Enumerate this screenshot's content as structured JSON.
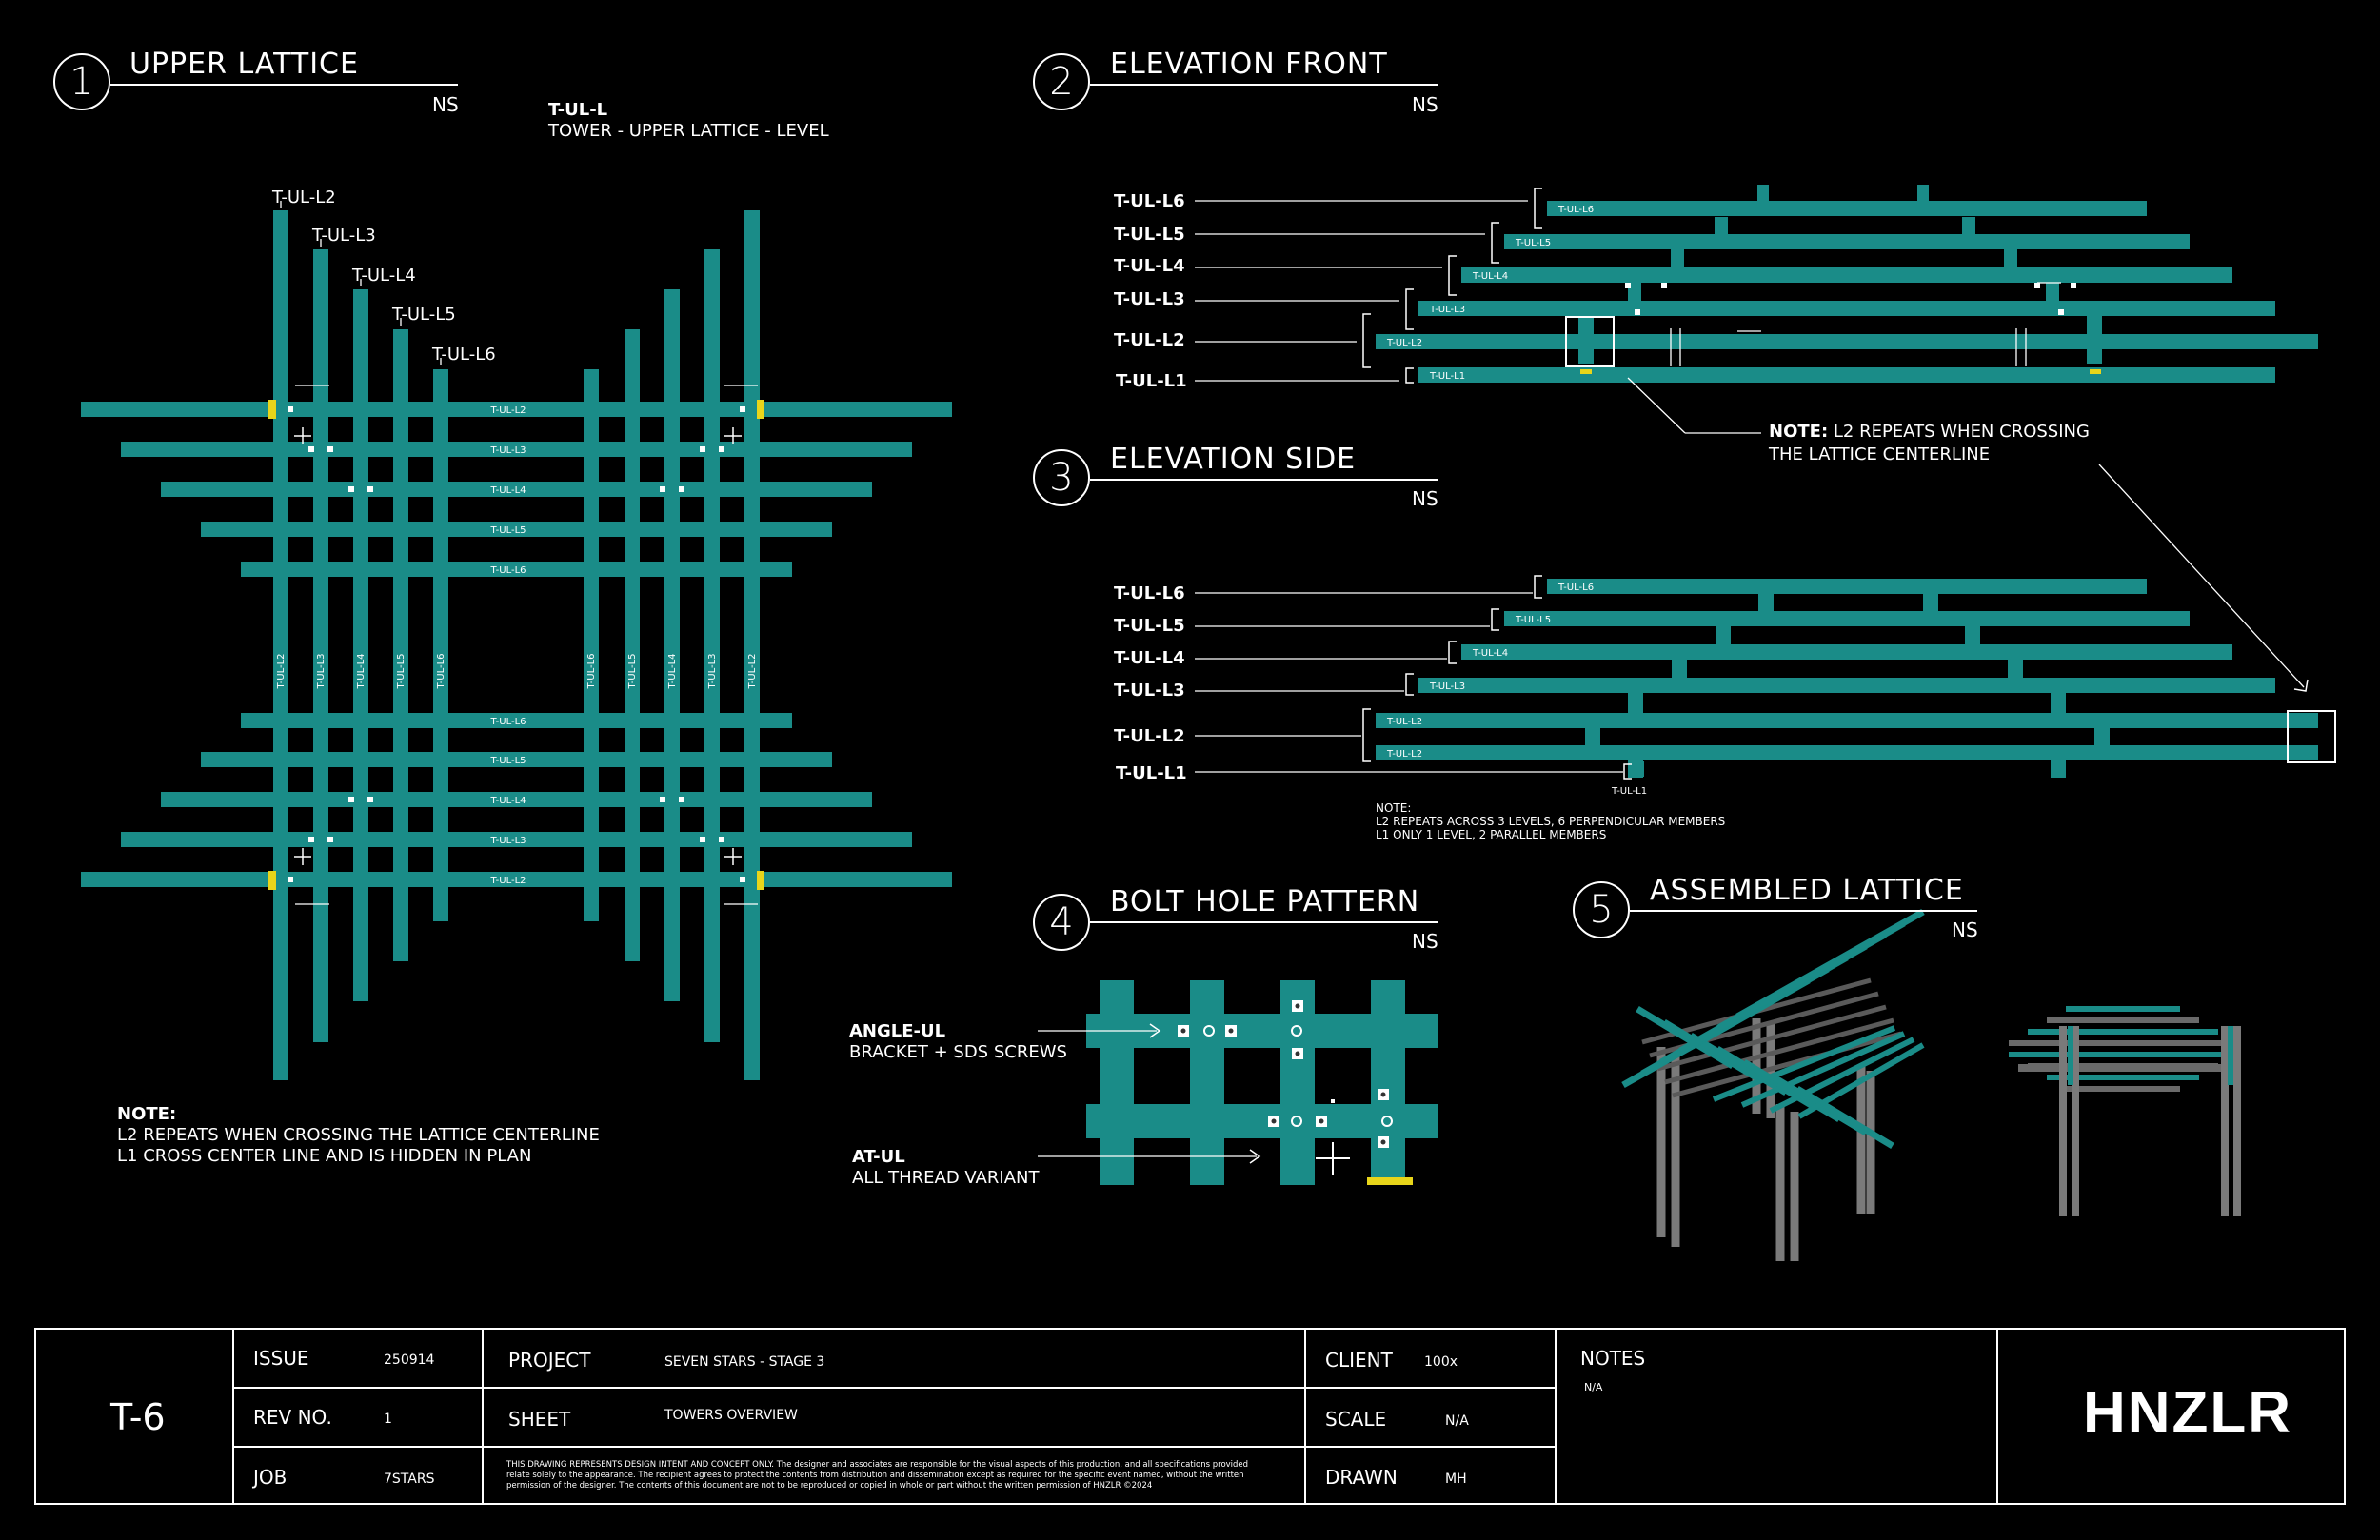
{
  "colors": {
    "member": "#1a8c88",
    "bg": "#000000",
    "line": "#ffffff",
    "bracket": "#e8d51a"
  },
  "views": [
    {
      "num": "1",
      "title": "UPPER LATTICE",
      "scale": "NS"
    },
    {
      "num": "2",
      "title": "ELEVATION FRONT",
      "scale": "NS"
    },
    {
      "num": "3",
      "title": "ELEVATION SIDE",
      "scale": "NS"
    },
    {
      "num": "4",
      "title": "BOLT HOLE PATTERN",
      "scale": "NS"
    },
    {
      "num": "5",
      "title": "ASSEMBLED LATTICE",
      "scale": "NS"
    }
  ],
  "legend": {
    "code": "T-UL-L",
    "desc": "TOWER - UPPER LATTICE - LEVEL"
  },
  "levels": [
    "T-UL-L6",
    "T-UL-L5",
    "T-UL-L4",
    "T-UL-L3",
    "T-UL-L2",
    "T-UL-L1"
  ],
  "plan_levels": [
    "T-UL-L2",
    "T-UL-L3",
    "T-UL-L4",
    "T-UL-L5",
    "T-UL-L6"
  ],
  "member_labels": {
    "L1": "T-UL-L1",
    "L2": "T-UL-L2",
    "L3": "T-UL-L3",
    "L4": "T-UL-L4",
    "L5": "T-UL-L5",
    "L6": "T-UL-L6"
  },
  "note_plan": {
    "head": "NOTE:",
    "line1": "L2 REPEATS WHEN CROSSING THE LATTICE CENTERLINE",
    "line2": "L1 CROSS CENTER LINE AND IS HIDDEN IN PLAN"
  },
  "note_front": {
    "head": "NOTE:",
    "line1": " L2 REPEATS WHEN CROSSING",
    "line2": "THE LATTICE CENTERLINE"
  },
  "note_side": {
    "head": "NOTE:",
    "line1": "L2 REPEATS ACROSS 3 LEVELS, 6 PERPENDICULAR MEMBERS",
    "line2": "L1 ONLY 1 LEVEL, 2 PARALLEL MEMBERS"
  },
  "bolt": {
    "angle_head": "ANGLE-UL",
    "angle_desc": "BRACKET + SDS SCREWS",
    "at_head": "AT-UL",
    "at_desc": "ALL THREAD VARIANT"
  },
  "titleblock": {
    "sheet_no": "T-6",
    "issue_label": "ISSUE",
    "issue": "250914",
    "rev_label": "REV NO.",
    "rev": "1",
    "job_label": "JOB",
    "job": "7STARS",
    "project_label": "PROJECT",
    "project": "SEVEN STARS - STAGE 3",
    "sheet_label": "SHEET",
    "sheet": "TOWERS OVERVIEW",
    "client_label": "CLIENT",
    "client": "100x",
    "scale_label": "SCALE",
    "scale": "N/A",
    "drawn_label": "DRAWN",
    "drawn": "MH",
    "notes_label": "NOTES",
    "notes": "N/A",
    "disclaimer": "THIS DRAWING REPRESENTS DESIGN INTENT AND CONCEPT ONLY. The designer and associates are responsible for the visual aspects of this production, and all specifications provided relate solely to the appearance. The recipient agrees to protect the contents from distribution and dissemination except as required for the specific event named, without the written permission of the designer. The contents of this document are not to be reproduced or copied in whole or part without the written permission of HNZLR ©2024",
    "logo": "HNZLR"
  }
}
